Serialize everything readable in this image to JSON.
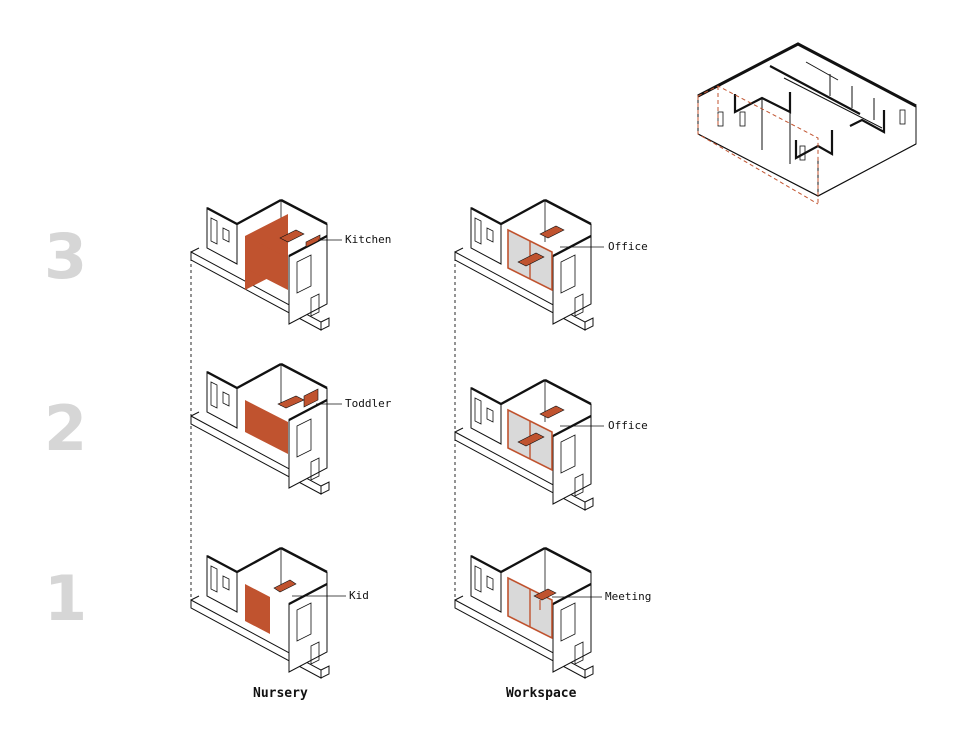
{
  "levels": [
    "3",
    "2",
    "1"
  ],
  "columns": {
    "nursery": "Nursery",
    "workspace": "Workspace"
  },
  "nursery_rooms": {
    "l3": "Kitchen",
    "l2": "Toddler",
    "l1": "Kid"
  },
  "workspace_rooms": {
    "l3": "Office",
    "l2": "Office",
    "l1": "Meeting"
  },
  "colors": {
    "accent": "#c0532f",
    "glass": "#d9d9d9",
    "ink": "#111111",
    "level_number": "#d6d6d6"
  }
}
